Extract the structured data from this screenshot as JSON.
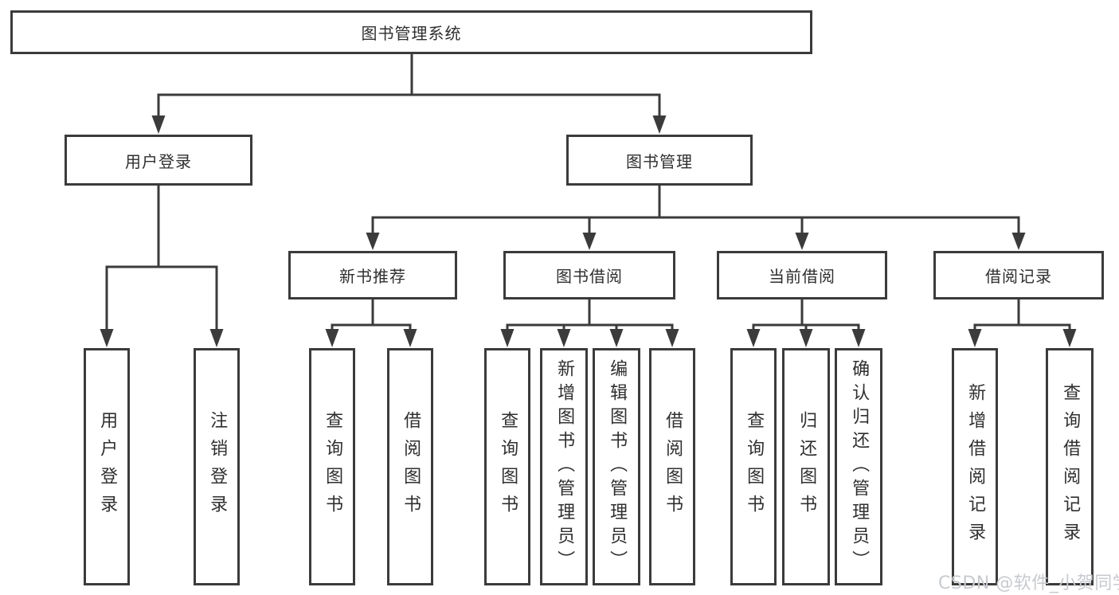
{
  "diagram": {
    "root": {
      "label": "图书管理系统",
      "children": [
        {
          "label": "用户登录",
          "children": [
            {
              "label": "用户登录"
            },
            {
              "label": "注销登录"
            }
          ]
        },
        {
          "label": "图书管理",
          "children": [
            {
              "label": "新书推荐",
              "children": [
                {
                  "label": "查询图书"
                },
                {
                  "label": "借阅图书"
                }
              ]
            },
            {
              "label": "图书借阅",
              "children": [
                {
                  "label": "查询图书"
                },
                {
                  "label": "新增图书（管理员）"
                },
                {
                  "label": "编辑图书（管理员）"
                },
                {
                  "label": "借阅图书"
                }
              ]
            },
            {
              "label": "当前借阅",
              "children": [
                {
                  "label": "查询图书"
                },
                {
                  "label": "归还图书"
                },
                {
                  "label": "确认归还（管理员）"
                }
              ]
            },
            {
              "label": "借阅记录",
              "children": [
                {
                  "label": "新增借阅记录"
                },
                {
                  "label": "查询借阅记录"
                }
              ]
            }
          ]
        }
      ]
    }
  },
  "watermark": {
    "text": "CSDN @软件_小贺同学",
    "color": "#c7cacf"
  },
  "colors": {
    "background": "#ffffff",
    "line": "#3b3b3b",
    "text": "#2f2f2f"
  }
}
